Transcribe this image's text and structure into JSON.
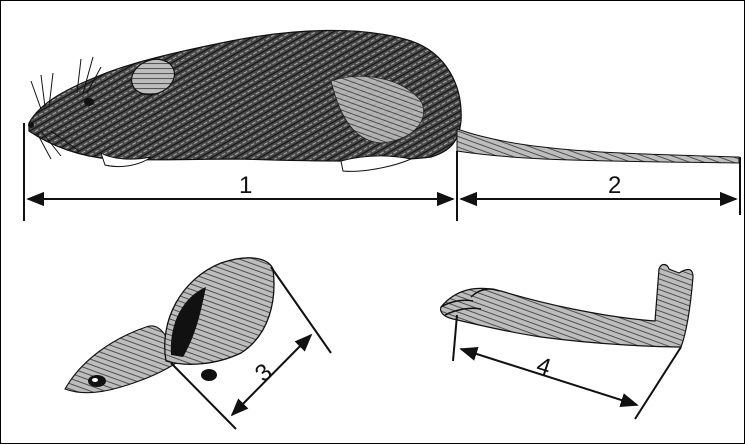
{
  "measurements": [
    {
      "id": "1",
      "label": "1"
    },
    {
      "id": "2",
      "label": "2"
    },
    {
      "id": "3",
      "label": "3"
    },
    {
      "id": "4",
      "label": "4"
    }
  ],
  "colors": {
    "ink": "#111111",
    "fur": "#3a3a3a",
    "background": "#ffffff"
  }
}
